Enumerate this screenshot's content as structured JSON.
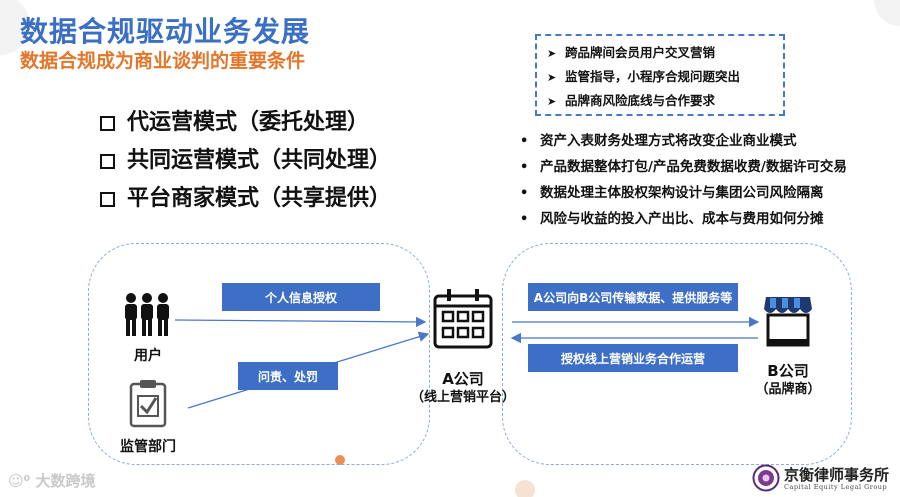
{
  "slide": {
    "title": "数据合规驱动业务发展",
    "subtitle": "数据合规成为商业谈判的重要条件",
    "modes": [
      {
        "label": "代运营模式（委托处理）"
      },
      {
        "label": "共同运营模式（共同处理）"
      },
      {
        "label": "平台商家模式（共享提供）"
      }
    ],
    "highlights": [
      {
        "label": "跨品牌间会员用户交叉营销"
      },
      {
        "label": "监管指导，小程序合规问题突出"
      },
      {
        "label": "品牌商风险底线与合作要求"
      }
    ],
    "bullets": [
      {
        "label": "资产入表财务处理方式将改变企业商业模式"
      },
      {
        "label": "产品数据整体打包/产品免费数据收费/数据许可交易"
      },
      {
        "label": "数据处理主体股权架构设计与集团公司风险隔离"
      },
      {
        "label": "风险与收益的投入产出比、成本与费用如何分摊"
      }
    ]
  },
  "diagram": {
    "user_label": "用户",
    "regulator_label": "监管部门",
    "consent_label": "个人信息授权",
    "accountability_label": "问责、处罚",
    "company_a_name": "A公司",
    "company_a_desc": "（线上营销平台）",
    "transfer_label": "A公司向B公司传输数据、提供服务等",
    "authorization_label": "授权线上营销业务合作运营",
    "company_b_name": "B公司",
    "company_b_desc": "（品牌商）"
  },
  "footer": {
    "watermark": "大数跨境",
    "firm_name": "京衡律师事务所",
    "firm_name_en": "Capital Equity Legal Group"
  },
  "colors": {
    "title": "#3a6fc4",
    "subtitle": "#e2762a",
    "label_fill": "#3d6fc6",
    "arrow": "#4a78c8",
    "region_border": "#8fa9d6"
  }
}
